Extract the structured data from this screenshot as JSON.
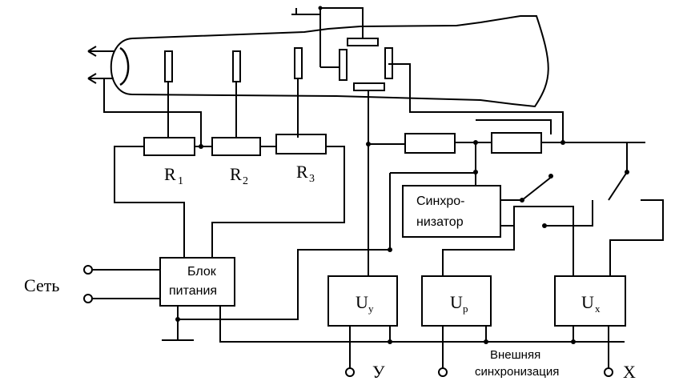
{
  "labels": {
    "r1": "R",
    "r1_sub": "1",
    "r2": "R",
    "r2_sub": "2",
    "r3": "R",
    "r3_sub": "3",
    "sync_line1": "Синхро-",
    "sync_line2": "низатор",
    "power_line1": "Блок",
    "power_line2": "питания",
    "mains": "Сеть",
    "uy_main": "U",
    "uy_sub": "y",
    "up_main": "U",
    "up_sub": "p",
    "ux_main": "U",
    "ux_sub": "x",
    "terminal_y": "У",
    "terminal_x": "X",
    "ext_sync_line1": "Внешняя",
    "ext_sync_line2": "синхронизация"
  }
}
